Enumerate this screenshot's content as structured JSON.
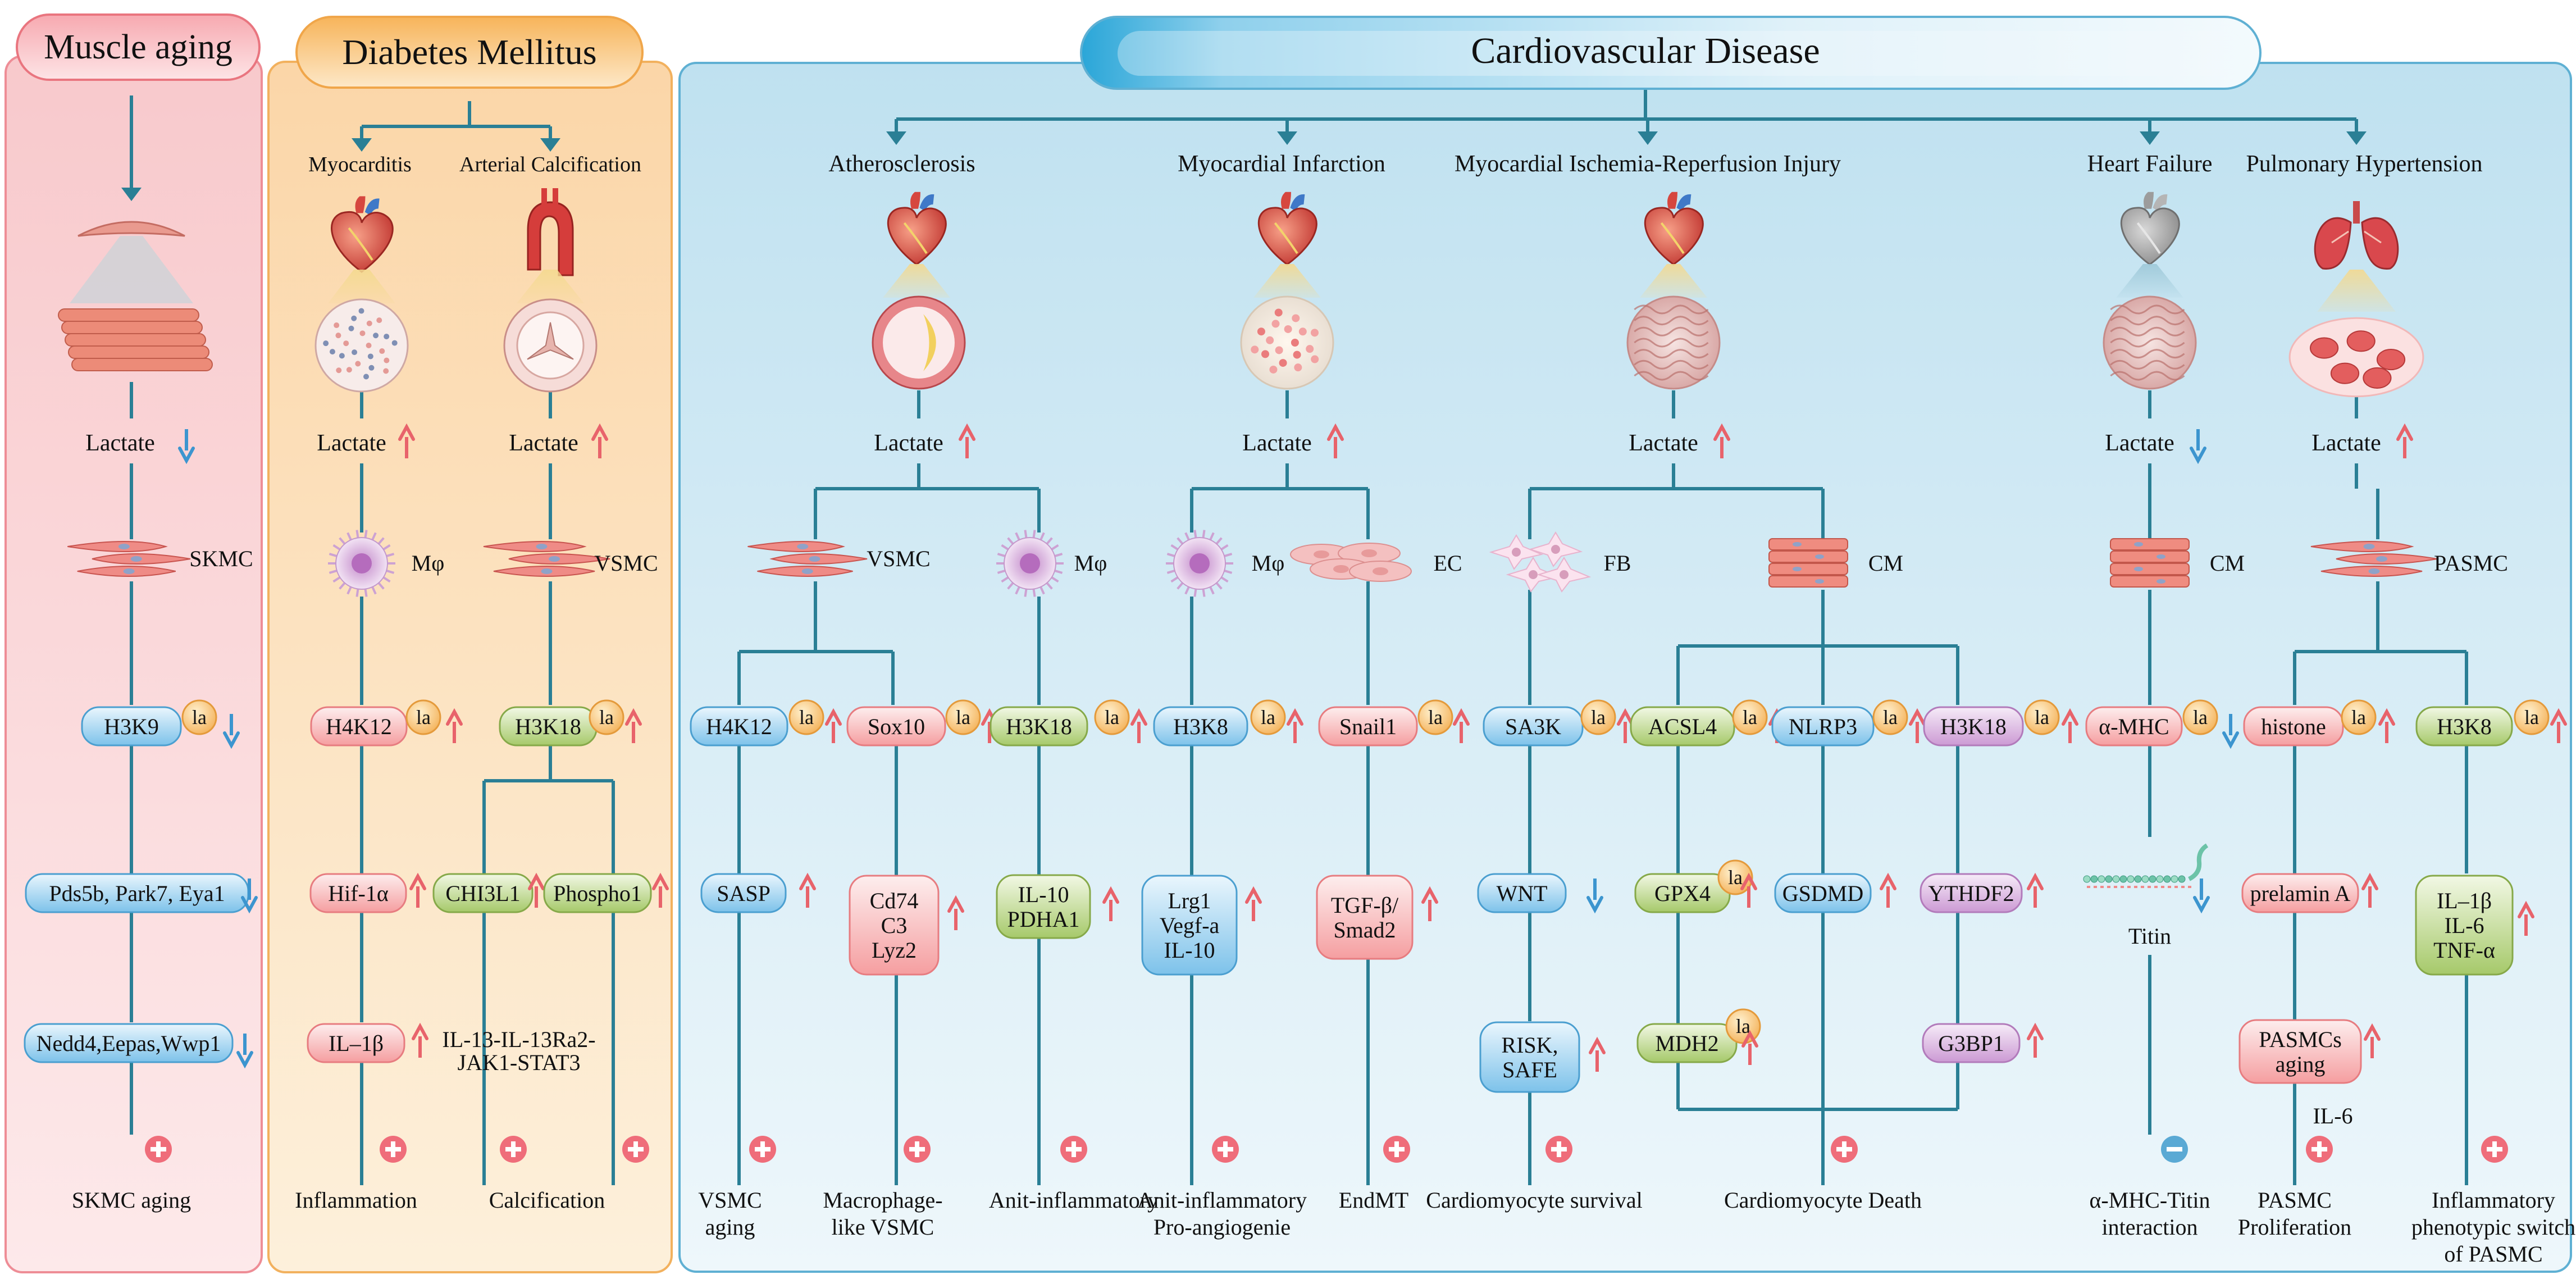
{
  "sections": {
    "muscle": "Muscle aging",
    "diabetes": "Diabetes Mellitus",
    "cvd": "Cardiovascular Disease"
  },
  "labels": {
    "la": "la",
    "lactate": "Lactate",
    "myocarditis": "Myocarditis",
    "arterial_calcification": "Arterial Calcification",
    "atherosclerosis": "Atherosclerosis",
    "myocardial_infarction": "Myocardial Infarction",
    "mirI": "Myocardial Ischemia-Reperfusion Injury",
    "heart_failure": "Heart Failure",
    "pulmonary_hypertension": "Pulmonary Hypertension"
  },
  "cells": {
    "skmc": "SKMC",
    "mphi": "Mφ",
    "vsmc": "VSMC",
    "ec": "EC",
    "fb": "FB",
    "cm": "CM",
    "pasmc": "PASMC"
  },
  "marks": {
    "h3k9": "H3K9",
    "h4k12": "H4K12",
    "h3k18": "H3K18",
    "sox10": "Sox10",
    "h3k8": "H3K8",
    "snail1": "Snail1",
    "sa3k": "SA3K",
    "acsl4": "ACSL4",
    "nlrp3": "NLRP3",
    "amhc": "α-MHC",
    "histone": "histone"
  },
  "mediators": {
    "pds5b": "Pds5b, Park7, Eya1",
    "nedd4": "Nedd4,Eepas,Wwp1",
    "hif1a": "Hif-1α",
    "il1b": "IL–1β",
    "chi3l1": "CHI3L1",
    "phospho1": "Phospho1",
    "il13_1": "IL-13-IL-13Ra2-",
    "il13_2": "JAK1-STAT3",
    "sasp": "SASP",
    "cd74": "Cd74",
    "c3": "C3",
    "lyz2": "Lyz2",
    "il10": "IL-10",
    "pdha1": "PDHA1",
    "lrg1": "Lrg1",
    "vegfa": "Vegf-a",
    "tgfb": "TGF-β/",
    "smad2": "Smad2",
    "wnt": "WNT",
    "risk": "RISK,",
    "safe": "SAFE",
    "gpx4": "GPX4",
    "gsdmd": "GSDMD",
    "ythdf2": "YTHDF2",
    "mdh2": "MDH2",
    "g3bp1": "G3BP1",
    "titin": "Titin",
    "prelamin": "prelamin A",
    "pasmcs": "PASMCs",
    "aging": "aging",
    "il6": "IL-6",
    "tnfa": "TNF-α"
  },
  "outcomes": {
    "skmc_aging": "SKMC aging",
    "inflammation": "Inflammation",
    "calcification": "Calcification",
    "vsmc_aging_1": "VSMC",
    "vsmc_aging_2": "aging",
    "macro_1": "Macrophage-",
    "macro_2": "like VSMC",
    "anit_inflam": "Anit-inflammatory",
    "anit_pro_1": "Anit-inflammatory",
    "anit_pro_2": "Pro-angiogenie",
    "endmt": "EndMT",
    "cm_survival": "Cardiomyocyte survival",
    "cm_death": "Cardiomyocyte Death",
    "amhc_titin_1": "α-MHC-Titin",
    "amhc_titin_2": "interaction",
    "pasmc_prolif_1": "PASMC",
    "pasmc_prolif_2": "Proliferation",
    "switch_1": "Inflammatory",
    "switch_2": "phenotypic switch",
    "switch_3": "of PASMC"
  },
  "colors": {
    "line": "#2a7f95",
    "up_arrow": "#e8636b",
    "down_arrow": "#3c95cf",
    "plus": "#ef6d7a",
    "minus": "#5aa9d4"
  }
}
